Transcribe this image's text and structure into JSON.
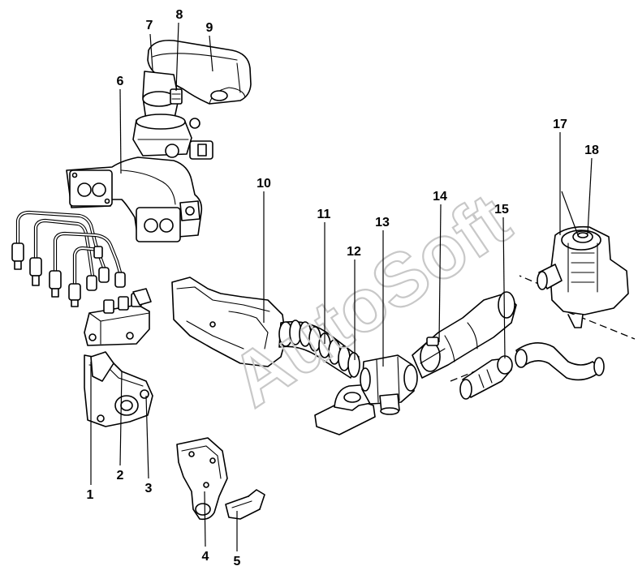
{
  "watermark": "AutoSoft",
  "colors": {
    "ink": "#000000",
    "paper": "#ffffff",
    "watermark": "#c8c8c8"
  },
  "callouts": {
    "c1": "1",
    "c2": "2",
    "c3": "3",
    "c4": "4",
    "c5": "5",
    "c6": "6",
    "c7": "7",
    "c8": "8",
    "c9": "9",
    "c10": "10",
    "c11": "11",
    "c12": "12",
    "c13": "13",
    "c14": "14",
    "c15": "15",
    "c17": "17",
    "c18": "18"
  }
}
